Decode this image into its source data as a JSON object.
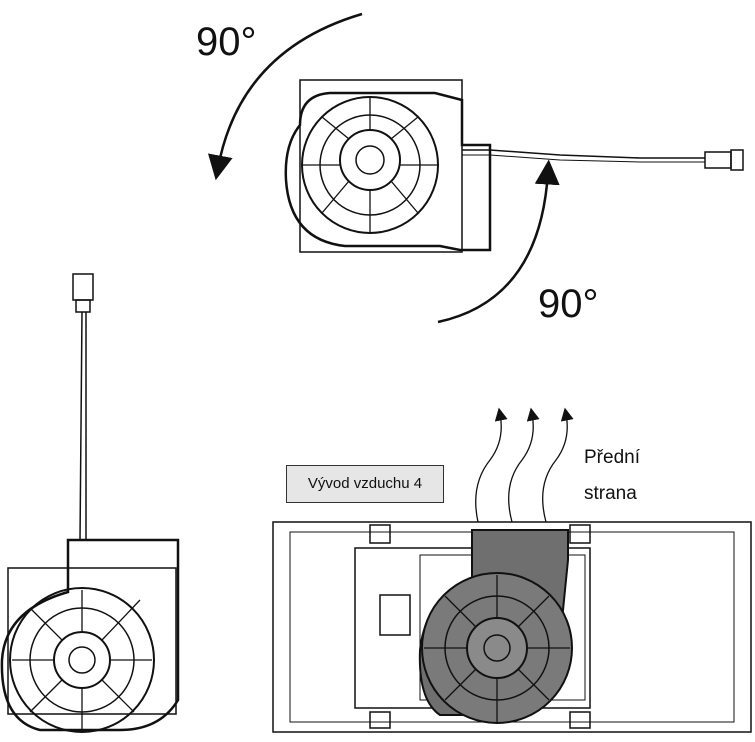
{
  "labels": {
    "rotation_top": "90°",
    "rotation_right": "90°",
    "outlet": "Vývod vzduchu 4",
    "front_line1": "Přední",
    "front_line2": "strana"
  },
  "colors": {
    "line": "#111111",
    "duct_fill": "#6f6f6f",
    "label_box": "#e6e6e6"
  }
}
